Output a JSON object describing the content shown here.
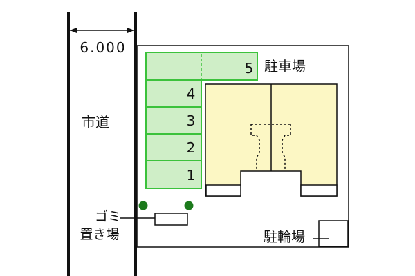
{
  "road_width_label": "6.000",
  "road_label": "市道",
  "parking_label": "駐車場",
  "bicycle_label": "駐輪場",
  "trash_label_line1": "ゴミ",
  "trash_label_line2": "置き場",
  "parking_spaces": [
    "5",
    "4",
    "3",
    "2",
    "1"
  ],
  "colors": {
    "parking_fill": "#cfeec7",
    "parking_stroke": "#3cc23c",
    "building_fill": "#fcf7c4",
    "tree": "#1c7a1c",
    "line": "#111111"
  }
}
